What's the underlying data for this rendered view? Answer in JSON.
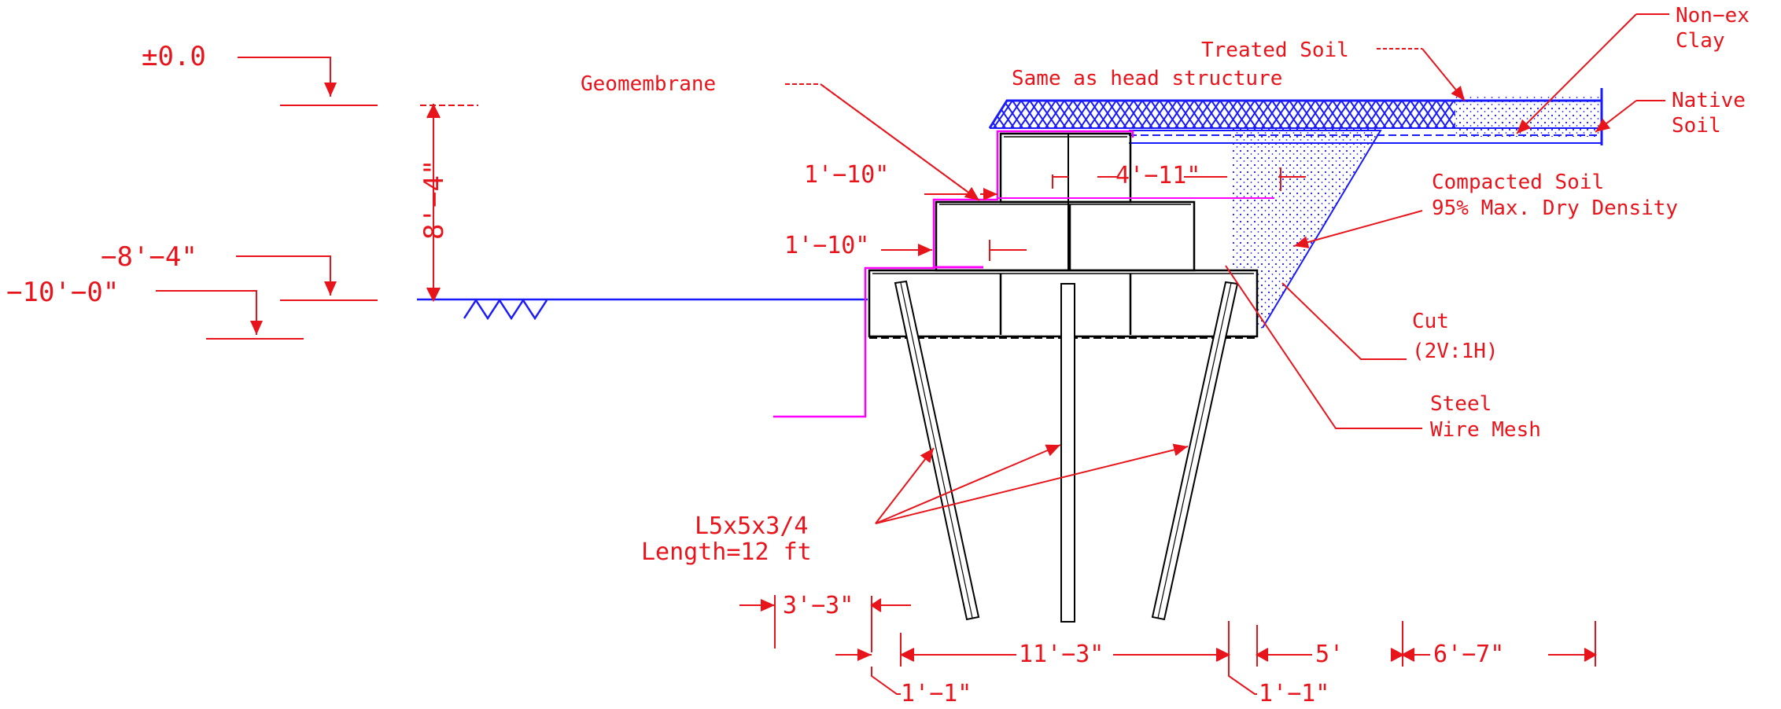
{
  "elevations": {
    "zero": "±0.0",
    "minus_8_4": "−8'−4\"",
    "minus_10_0": "−10'−0\""
  },
  "dims": {
    "vertical_8_4": "8'−4\"",
    "step_upper": "1'−10\"",
    "step_lower": "1'−10\"",
    "top_width": "4'−11\"",
    "bottom_left_3_3": "3'−3\"",
    "bottom_main": "11'−3\"",
    "bottom_5": "5'",
    "bottom_6_7": "6'−7\"",
    "bottom_1_1_left": "1'−1\"",
    "bottom_1_1_right": "1'−1\""
  },
  "labels": {
    "geomembrane": "Geomembrane",
    "treated_soil": "Treated Soil",
    "same_as_head": "Same as head structure",
    "non_ex": "Non−ex",
    "clay": "Clay",
    "native": "Native",
    "soil": "Soil",
    "compacted_soil": "Compacted Soil",
    "dry_density": "95% Max. Dry Density",
    "cut": "Cut",
    "cut_slope": "(2V:1H)",
    "steel": "Steel",
    "wire_mesh": "Wire Mesh",
    "pile_spec": "L5x5x3/4",
    "pile_length": "Length=12 ft"
  },
  "colors": {
    "annotation": "#e8141b",
    "structure": "#000000",
    "soil_hatch": "#1a1aff",
    "geomembrane": "#ff00ff"
  }
}
